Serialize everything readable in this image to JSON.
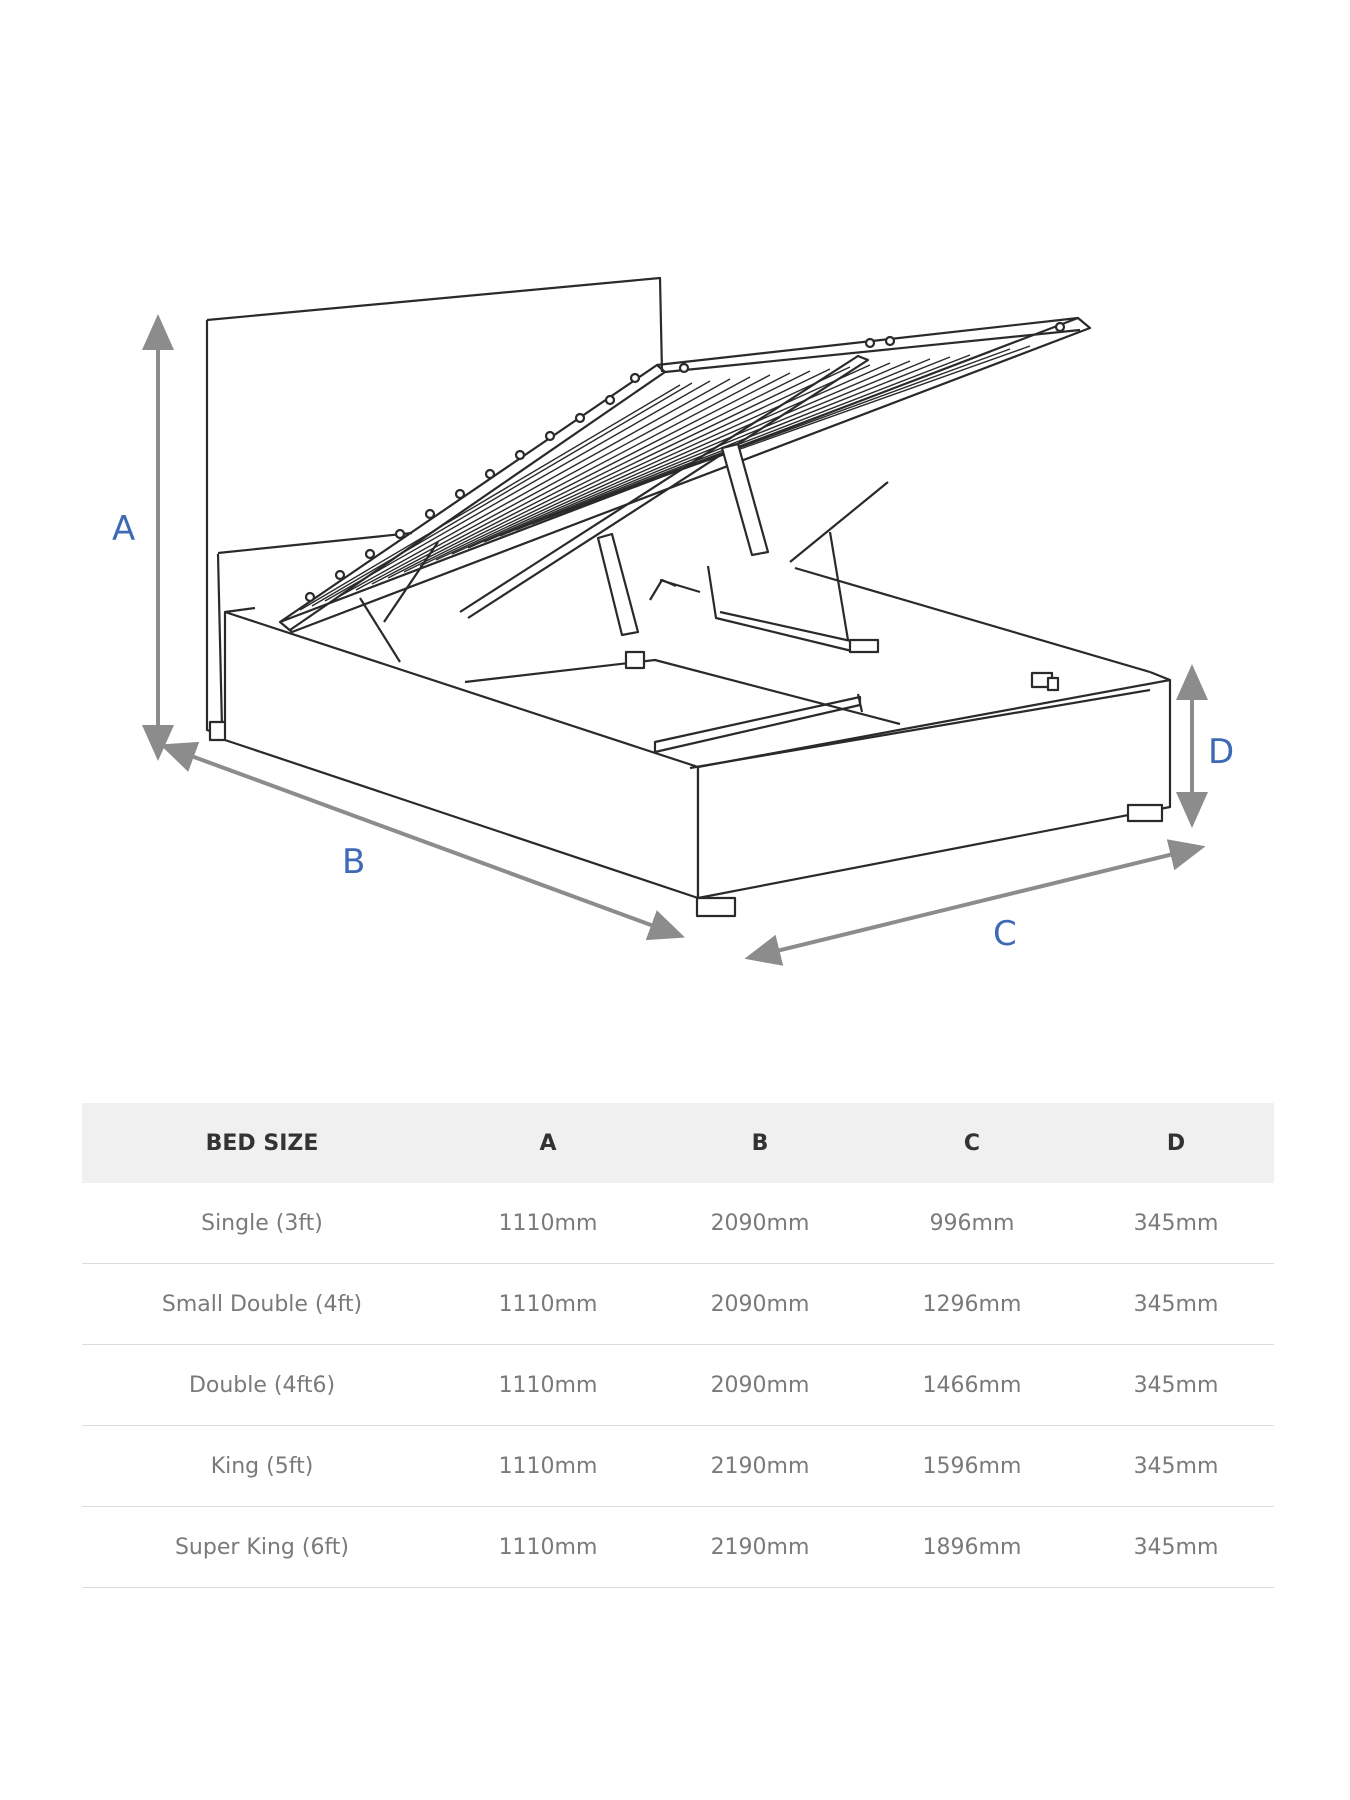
{
  "diagram": {
    "labels": {
      "a": "A",
      "b": "B",
      "c": "C",
      "d": "D"
    },
    "label_color": "#3d6ab5",
    "arrow_color": "#8c8c8c",
    "line_color": "#2a2a2a"
  },
  "table": {
    "headers": [
      "BED SIZE",
      "A",
      "B",
      "C",
      "D"
    ],
    "rows": [
      [
        "Single (3ft)",
        "1110mm",
        "2090mm",
        "996mm",
        "345mm"
      ],
      [
        "Small Double (4ft)",
        "1110mm",
        "2090mm",
        "1296mm",
        "345mm"
      ],
      [
        "Double (4ft6)",
        "1110mm",
        "2090mm",
        "1466mm",
        "345mm"
      ],
      [
        "King (5ft)",
        "1110mm",
        "2190mm",
        "1596mm",
        "345mm"
      ],
      [
        "Super King (6ft)",
        "1110mm",
        "2190mm",
        "1896mm",
        "345mm"
      ]
    ]
  }
}
